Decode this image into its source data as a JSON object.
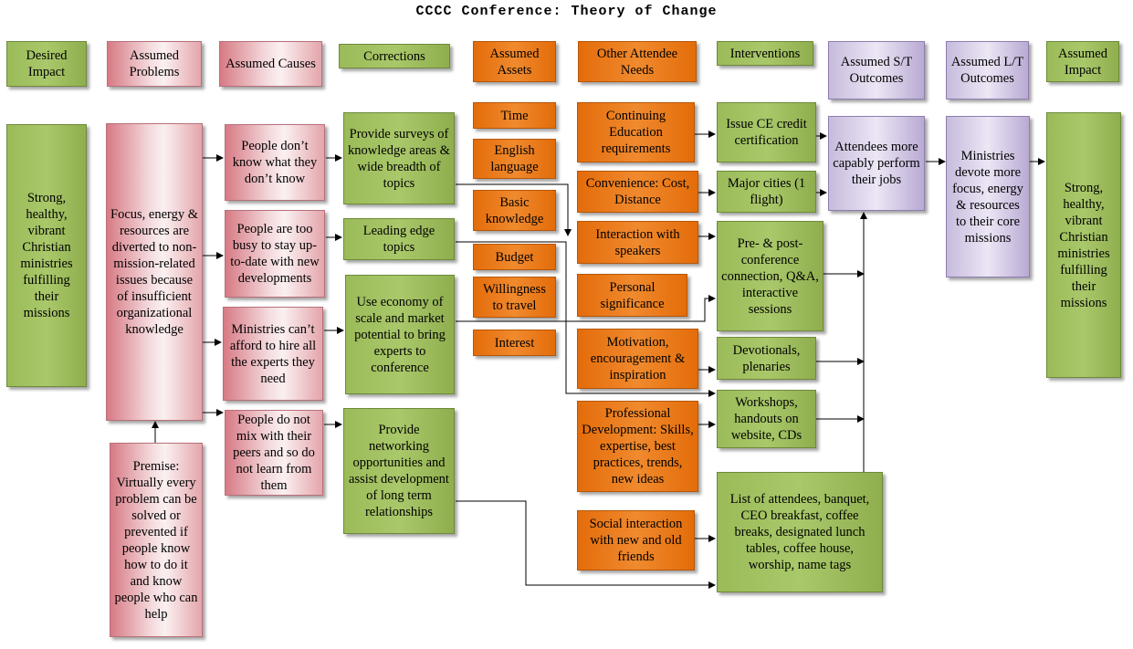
{
  "title": "CCCC Conference: Theory of Change",
  "headers": {
    "desired_impact": "Desired Impact",
    "assumed_problems": "Assumed Problems",
    "assumed_causes": "Assumed Causes",
    "corrections": "Corrections",
    "assumed_assets": "Assumed Assets",
    "other_needs": "Other Attendee Needs",
    "interventions": "Interventions",
    "st_outcomes": "Assumed S/T Outcomes",
    "lt_outcomes": "Assumed L/T Outcomes",
    "assumed_impact": "Assumed Impact"
  },
  "desired_impact": "Strong, healthy, vibrant Christian ministries fulfilling their missions",
  "problem": "Focus, energy & resources are diverted to non-mission-related issues because of insufficient organizational knowledge",
  "premise": "Premise: Virtually every problem can be solved or prevented if people know how to do it and know people who can help",
  "causes": [
    "People don’t know what they don’t know",
    "People are too busy to stay up-to-date with new developments",
    "Ministries can’t afford to hire all the experts they need",
    "People do not mix with their peers and so do not learn from them"
  ],
  "corrections": [
    "Provide surveys of knowledge areas & wide breadth of topics",
    "Leading edge topics",
    "Use economy of scale and market potential to bring experts to conference",
    "Provide networking opportunities and assist development of long term relationships"
  ],
  "assets": [
    "Time",
    "English language",
    "Basic knowledge",
    "Budget",
    "Willingness to travel",
    "Interest"
  ],
  "needs": [
    "Continuing Education requirements",
    "Convenience: Cost, Distance",
    "Interaction with speakers",
    "Personal significance",
    "Motivation, encouragement & inspiration",
    "Professional Development: Skills, expertise, best practices, trends, new ideas",
    "Social interaction with new and old friends"
  ],
  "interventions": [
    "Issue CE credit certification",
    "Major cities (1 flight)",
    "Pre- & post-conference connection, Q&A, interactive sessions",
    "Devotionals, plenaries",
    "Workshops, handouts on website, CDs",
    "List of attendees, banquet, CEO breakfast, coffee breaks, designated lunch tables, coffee house, worship, name tags"
  ],
  "st_outcome": "Attendees more capably perform their jobs",
  "lt_outcome": "Ministries devote more focus, energy & resources to their core missions",
  "assumed_impact": "Strong, healthy, vibrant Christian ministries fulfilling their missions",
  "colors": {
    "green": "#9bbb59",
    "pink": "#e6b9b8",
    "orange": "#e46c0a",
    "purple": "#ccc1da"
  }
}
